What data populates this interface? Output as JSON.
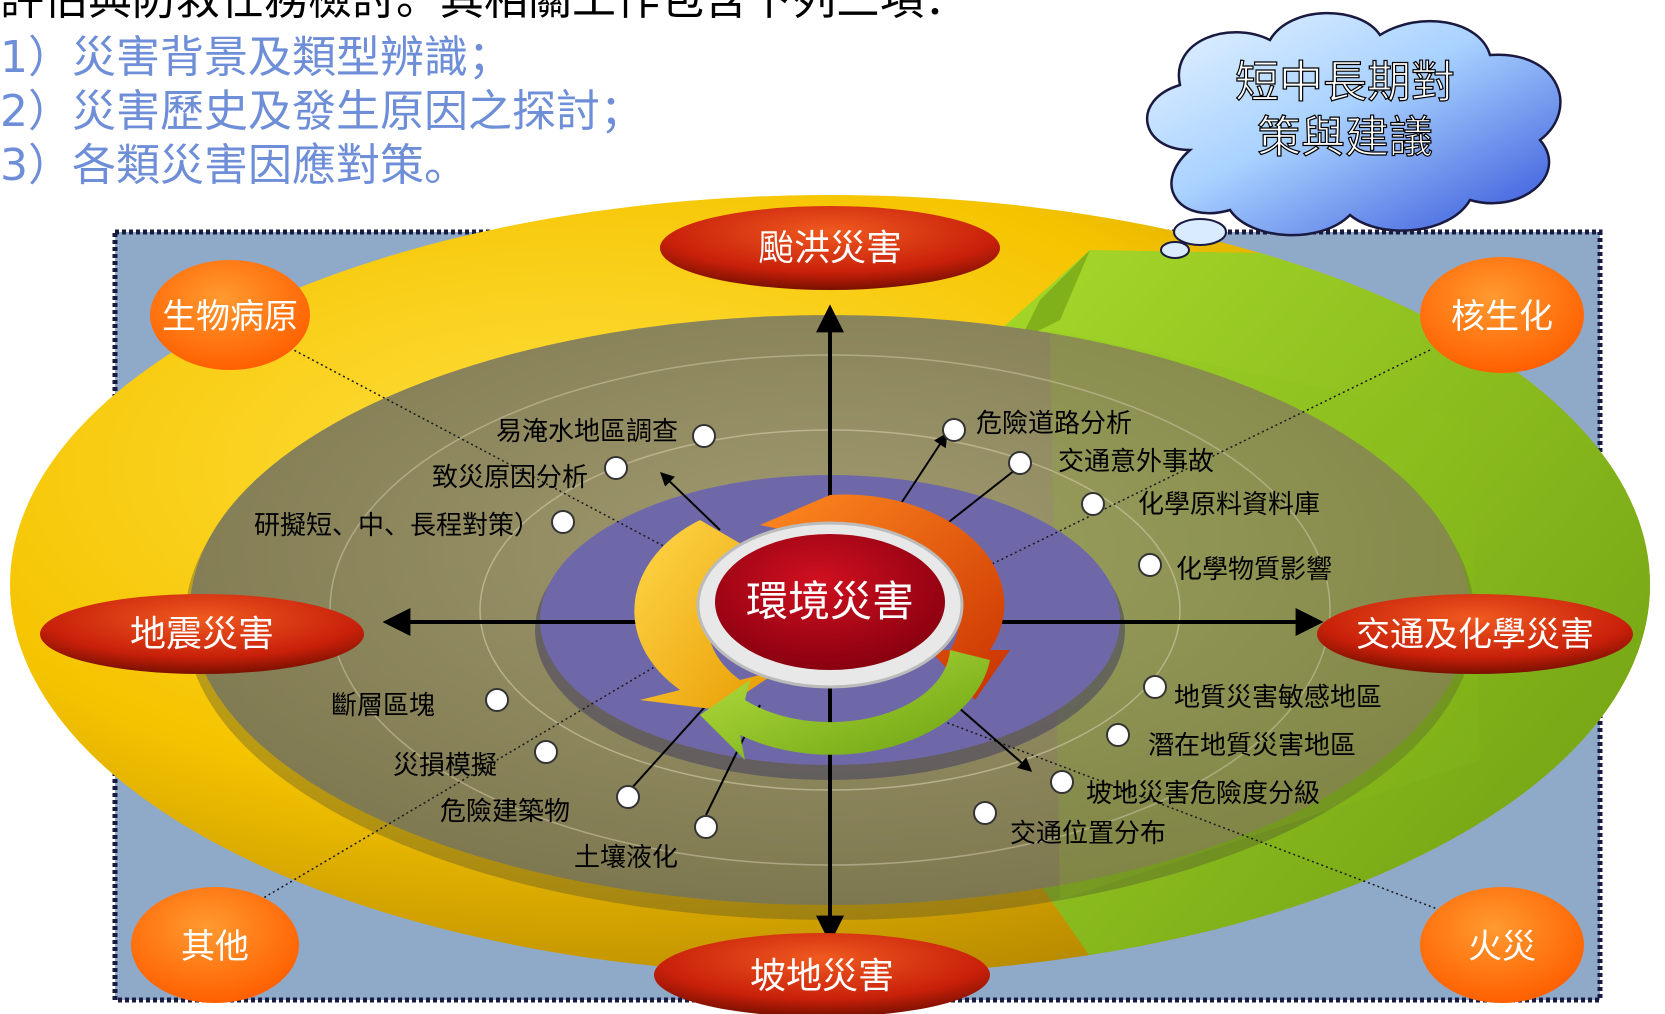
{
  "intro": {
    "heading": "評估與防救任務檢討。其相關工作包含下列三項：",
    "items": [
      "1）災害背景及類型辨識；",
      "2）災害歷史及發生原因之探討；",
      "3）各類災害因應對策。"
    ]
  },
  "thought_cloud": {
    "line1": "短中長期對",
    "line2": "策與建議"
  },
  "center": {
    "label": "環境災害"
  },
  "disasters": {
    "top": "颱洪災害",
    "left": "地震災害",
    "right": "交通及化學災害",
    "bottom": "坡地災害"
  },
  "corners": {
    "top_left": "生物病原",
    "top_right": "核生化",
    "bottom_left": "其他",
    "bottom_right": "火災"
  },
  "tasks": {
    "upper_left": [
      "易淹水地區調查",
      "致災原因分析",
      "研擬短、中、長程對策）"
    ],
    "upper_right": [
      "危險道路分析",
      "交通意外事故",
      "化學原料資料庫",
      "化學物質影響"
    ],
    "lower_left": [
      "斷層區塊",
      "災損模擬",
      "危險建築物",
      "土壤液化"
    ],
    "lower_right": [
      "地質災害敏感地區",
      "潛在地質災害地區",
      "坡地災害危險度分級",
      "交通位置分布"
    ]
  },
  "colors": {
    "panel": "#8fa9c9",
    "outer_ring_yellow": "#f5c400",
    "outer_ring_green": "#8cc41c",
    "middle_disc": "#8e875d",
    "inner_disc": "#6f68a8",
    "red_pill": "#c8200a",
    "orange_circle": "#ff6a00",
    "center_red": "#a00010",
    "intro_blue": "#6f8ed8"
  }
}
